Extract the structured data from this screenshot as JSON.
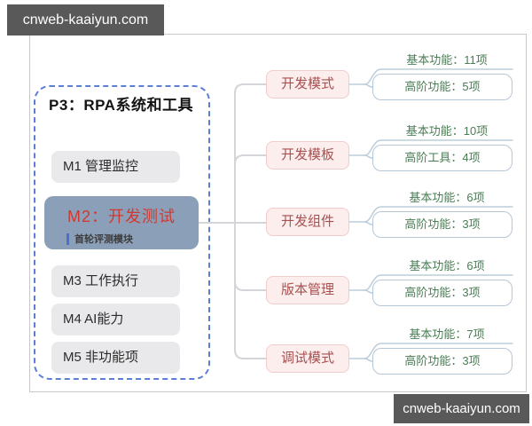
{
  "watermark": {
    "text": "cnweb-kaaiyun.com"
  },
  "panel": {
    "title": "P3：RPA系统和工具",
    "modules": [
      {
        "label": "M1 管理监控"
      },
      {
        "label": "M2：开发测试",
        "sublabel": "首轮评测模块"
      },
      {
        "label": "M3 工作执行"
      },
      {
        "label": "M4 AI能力"
      },
      {
        "label": "M5 非功能项"
      }
    ]
  },
  "branches": [
    {
      "label": "开发模式",
      "basic": "基本功能：11项",
      "advanced": "高阶功能：5项"
    },
    {
      "label": "开发模板",
      "basic": "基本功能：10项",
      "advanced": "高阶工具：4项"
    },
    {
      "label": "开发组件",
      "basic": "基本功能：6项",
      "advanced": "高阶功能：3项"
    },
    {
      "label": "版本管理",
      "basic": "基本功能：6项",
      "advanced": "高阶功能：3项"
    },
    {
      "label": "调试模式",
      "basic": "基本功能：7项",
      "advanced": "高阶功能：3项"
    }
  ],
  "colors": {
    "highlight_box_bg": "#8ba0b8",
    "highlight_text": "#ce3a31",
    "module_box_bg": "#e9e9eb",
    "branch_box_bg": "#fdeeee",
    "branch_box_border": "#f2cbcb",
    "branch_text": "#a85050",
    "count_text": "#4a7d55",
    "count_box_border": "#b5c7d6",
    "dashed_border": "#5c7fd6",
    "connector_left": "#d3d5d9",
    "connector_right": "#bccddb",
    "watermark_bg": "#595959",
    "sub_bar": "#4a6fd0"
  }
}
